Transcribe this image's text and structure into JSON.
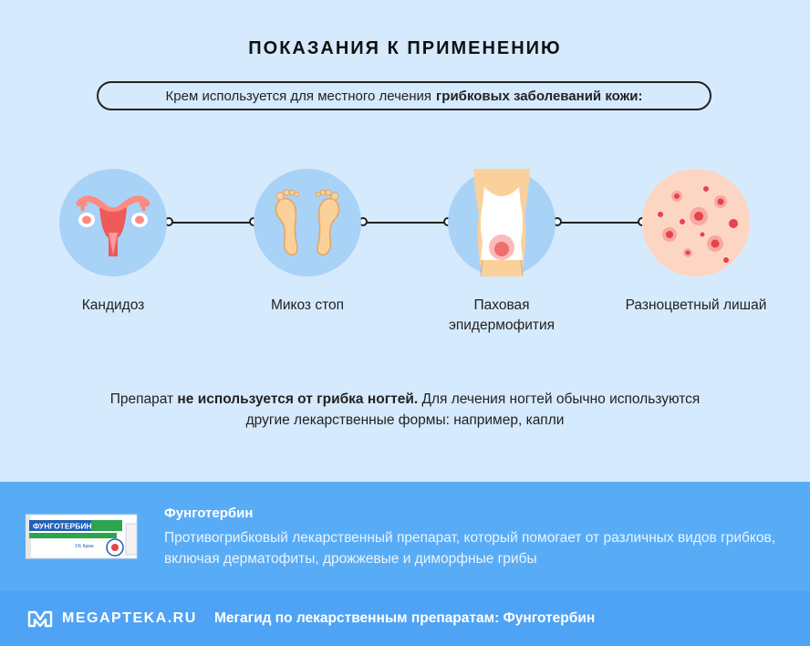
{
  "header": {
    "title": "ПОКАЗАНИЯ К ПРИМЕНЕНИЮ",
    "intro_text": "Крем используется для местного лечения",
    "intro_bold": "грибковых заболеваний кожи:"
  },
  "conditions": [
    {
      "label": "Кандидоз",
      "icon": "uterus-icon"
    },
    {
      "label": "Микоз стоп",
      "icon": "feet-icon"
    },
    {
      "label": "Паховая эпидермофития",
      "icon": "groin-icon"
    },
    {
      "label": "Разноцветный лишай",
      "icon": "skin-rash-icon"
    }
  ],
  "note": {
    "prefix": "Препарат",
    "bold": "не используется от грибка ногтей.",
    "suffix": "Для лечения ногтей обычно используются другие лекарственные формы: например, капли"
  },
  "product": {
    "name": "Фунготербин",
    "description": "Противогрибковый лекарственный препарат, который помогает от различных видов грибков, включая дерматофиты, дрожжевые и диморфные грибы",
    "package_brand": "ФУНГОТЕРБИН",
    "package_strength": "1% Крем"
  },
  "footer": {
    "brand": "MEGAPTEKA.RU",
    "link_text": "Мегагид по лекарственным препаратам: Фунготербин"
  },
  "colors": {
    "page_background": "#d6eafd",
    "circle": "#a9d2f7",
    "product_band": "#58acf6",
    "footer_band": "#4fa3f4",
    "accent_red": "#e8424a"
  }
}
